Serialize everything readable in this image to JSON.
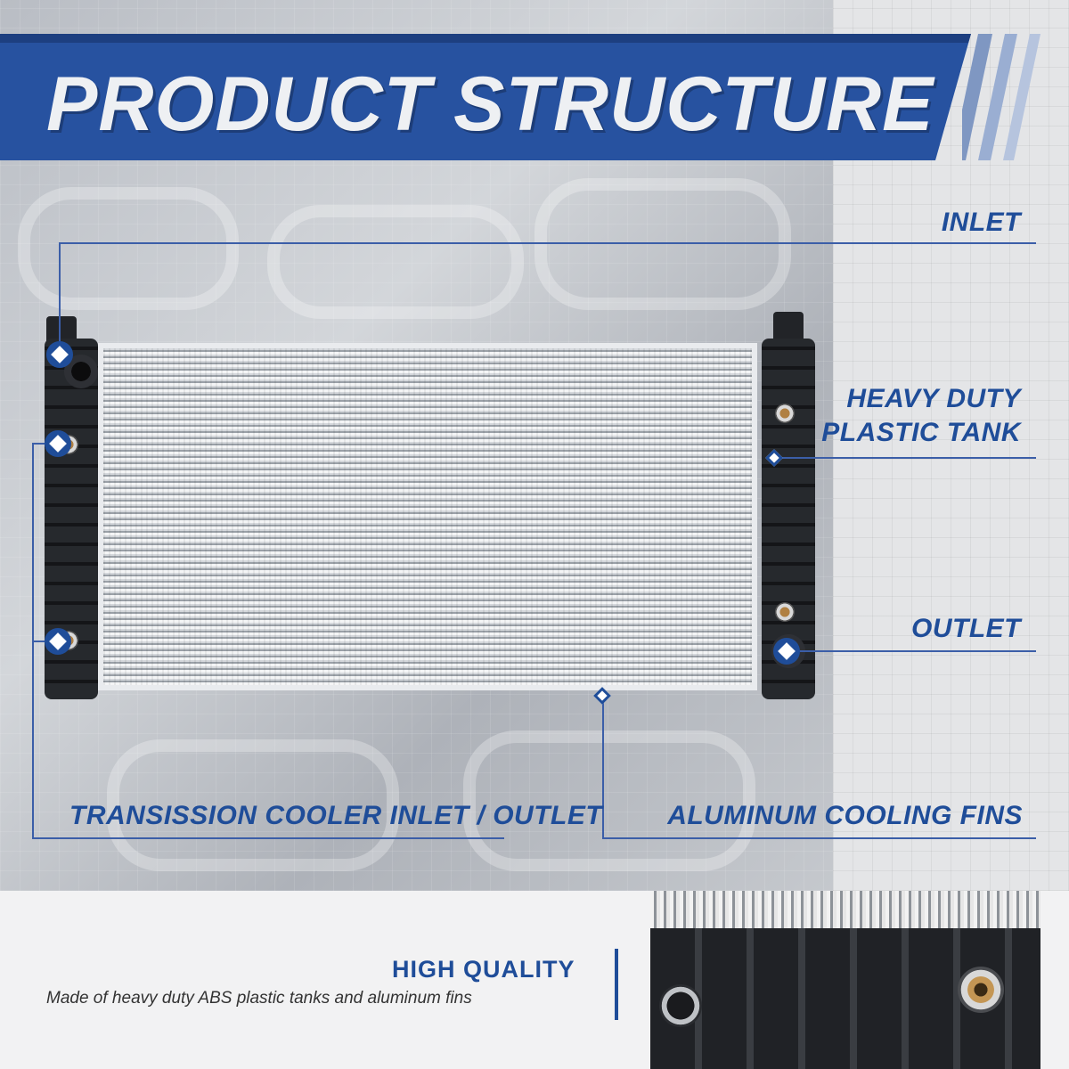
{
  "header": {
    "title": "PRODUCT STRUCTURE"
  },
  "callouts": {
    "inlet": "INLET",
    "tank_line1": "HEAVY DUTY",
    "tank_line2": "PLASTIC TANK",
    "outlet": "OUTLET",
    "transmission": "TRANSISSION COOLER INLET / OUTLET",
    "fins": "ALUMINUM COOLING FINS"
  },
  "feature": {
    "title": "HIGH QUALITY",
    "description": "Made of heavy duty ABS plastic tanks and aluminum fins"
  },
  "colors": {
    "brand_blue": "#1f4d99",
    "banner_blue": "#2752a0"
  }
}
